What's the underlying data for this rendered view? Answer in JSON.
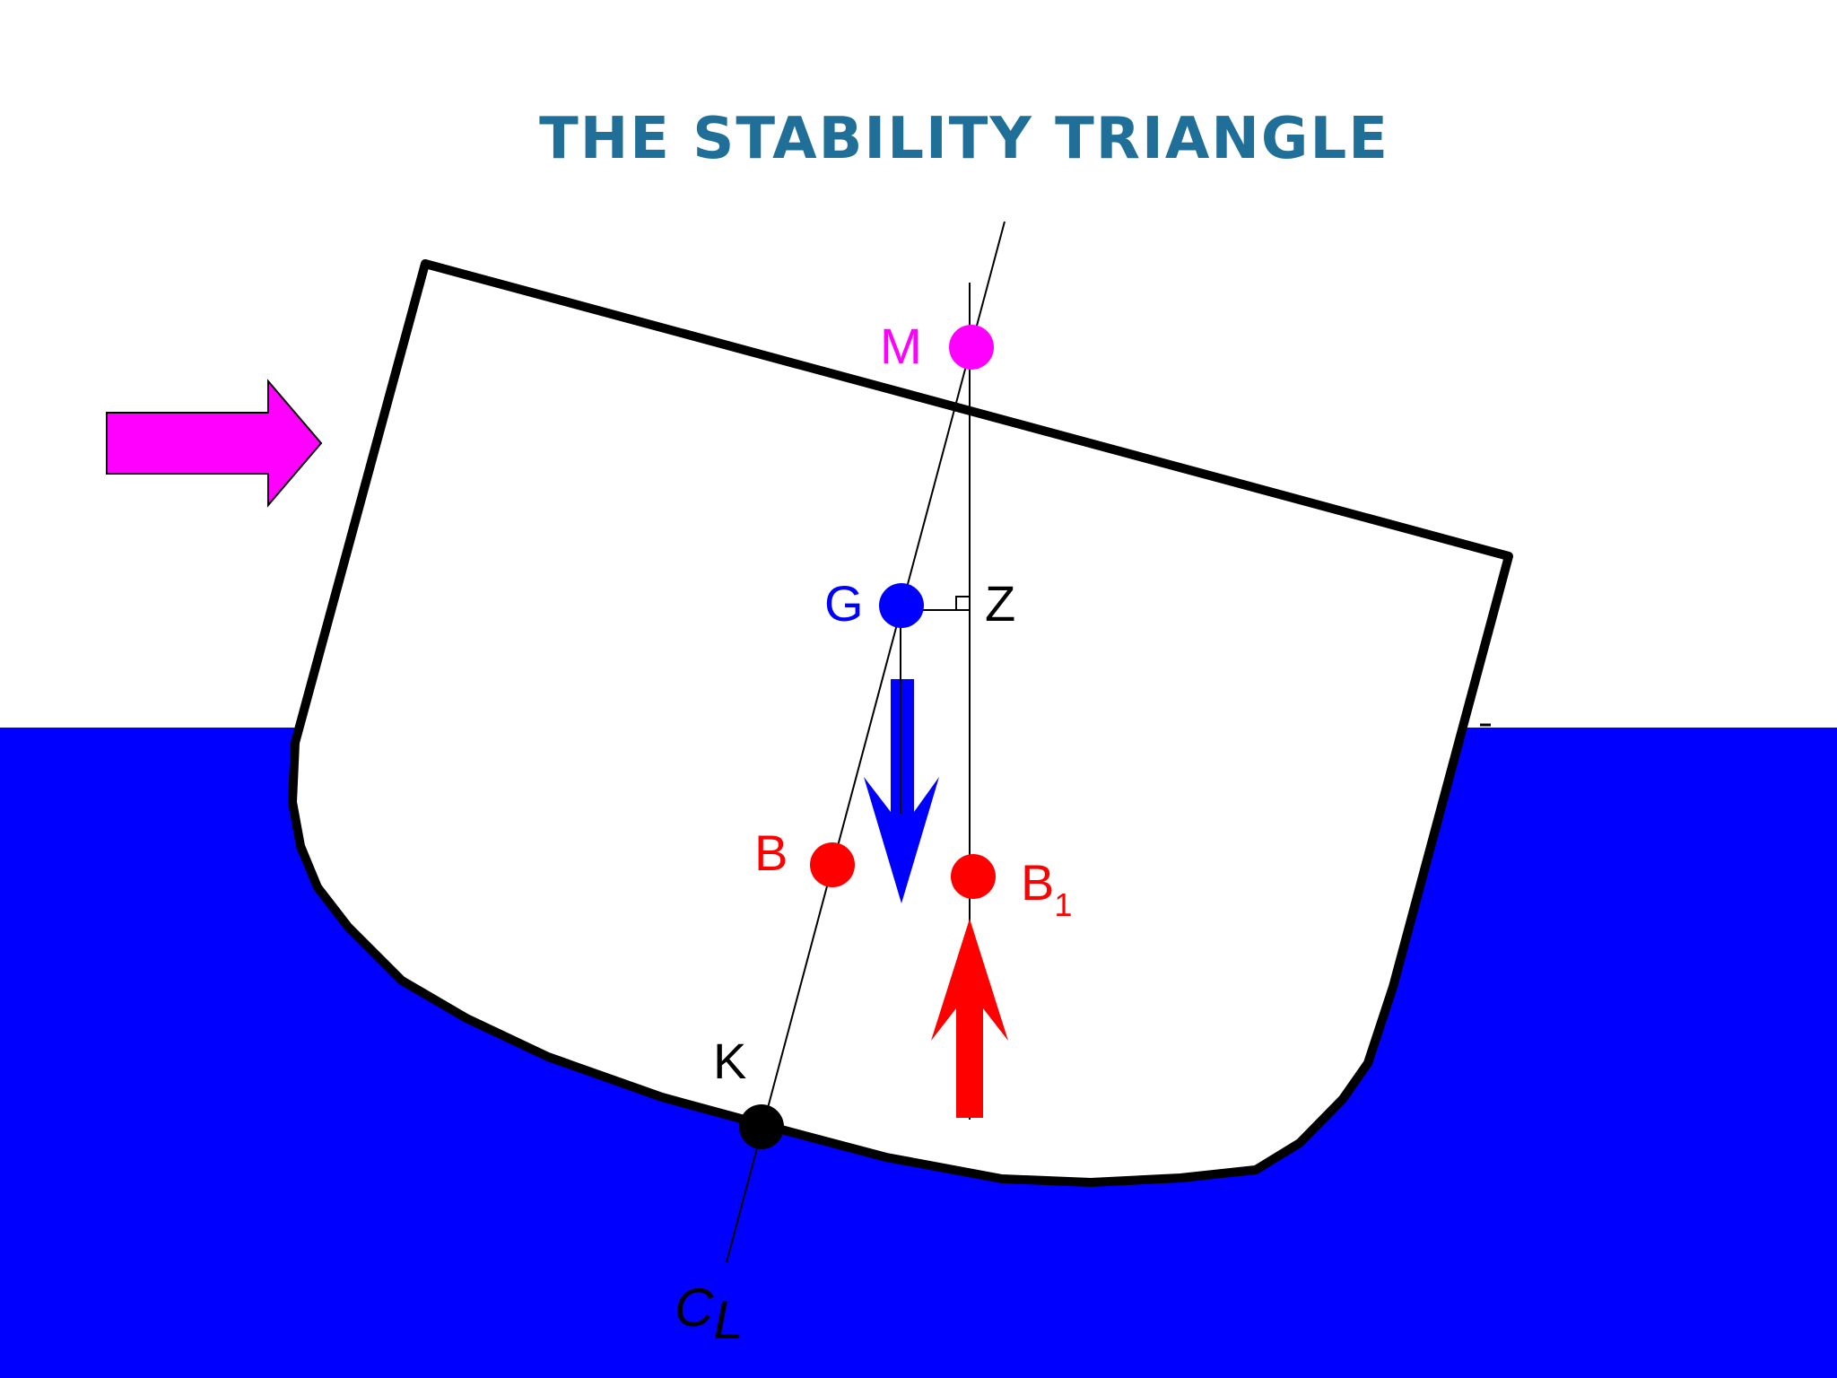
{
  "title": "THE STABILITY TRIANGLE",
  "colors": {
    "sea": "#0000ff",
    "hull_outline": "#000000",
    "wind_arrow": "#ff00ff",
    "metacentre": "#ff00ff",
    "centre_of_gravity": "#0000ff",
    "buoyancy": "#ff0000",
    "keel": "#000000",
    "title": "#1f6f99"
  },
  "points": {
    "M": "M",
    "G": "G",
    "Z": "Z",
    "B": "B",
    "B1_main": "B",
    "B1_sub": "1",
    "K": "K",
    "CL_main": "C",
    "CL_sub": "L"
  },
  "icons": {
    "wind": "arrow-right-icon",
    "weight": "arrow-down-icon",
    "buoyancy_force": "arrow-up-icon",
    "right_angle": "right-angle-icon"
  }
}
